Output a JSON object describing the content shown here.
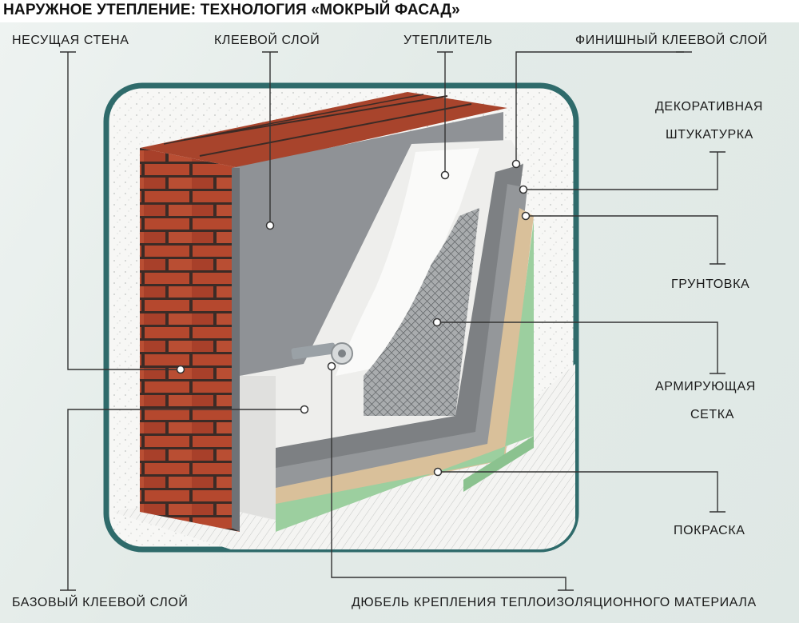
{
  "title": "НАРУЖНОЕ УТЕПЛЕНИЕ: ТЕХНОЛОГИЯ «МОКРЫЙ ФАСАД»",
  "labels": {
    "load_wall": "НЕСУЩАЯ СТЕНА",
    "glue_layer": "КЛЕЕВОЙ СЛОЙ",
    "insulation": "УТЕПЛИТЕЛЬ",
    "finish_glue": "ФИНИШНЫЙ КЛЕЕВОЙ СЛОЙ",
    "decor_plaster_1": "ДЕКОРАТИВНАЯ",
    "decor_plaster_2": "ШТУКАТУРКА",
    "primer": "ГРУНТОВКА",
    "mesh_1": "АРМИРУЮЩАЯ",
    "mesh_2": "СЕТКА",
    "paint": "ПОКРАСКА",
    "base_glue": "БАЗОВЫЙ КЛЕЕВОЙ СЛОЙ",
    "dowel": "ДЮБЕЛЬ КРЕПЛЕНИЯ ТЕПЛОИЗОЛЯЦИОННОГО МАТЕРИАЛА"
  },
  "colors": {
    "frame": "#2f6b6b",
    "brick": "#b5482e",
    "mortar": "#3c2b26",
    "glue_gray": "#8f9296",
    "insulation": "#f4f4f2",
    "finish_gray": "#7d8083",
    "primer_beige": "#d9c09a",
    "paint_green": "#9ccf9f"
  }
}
